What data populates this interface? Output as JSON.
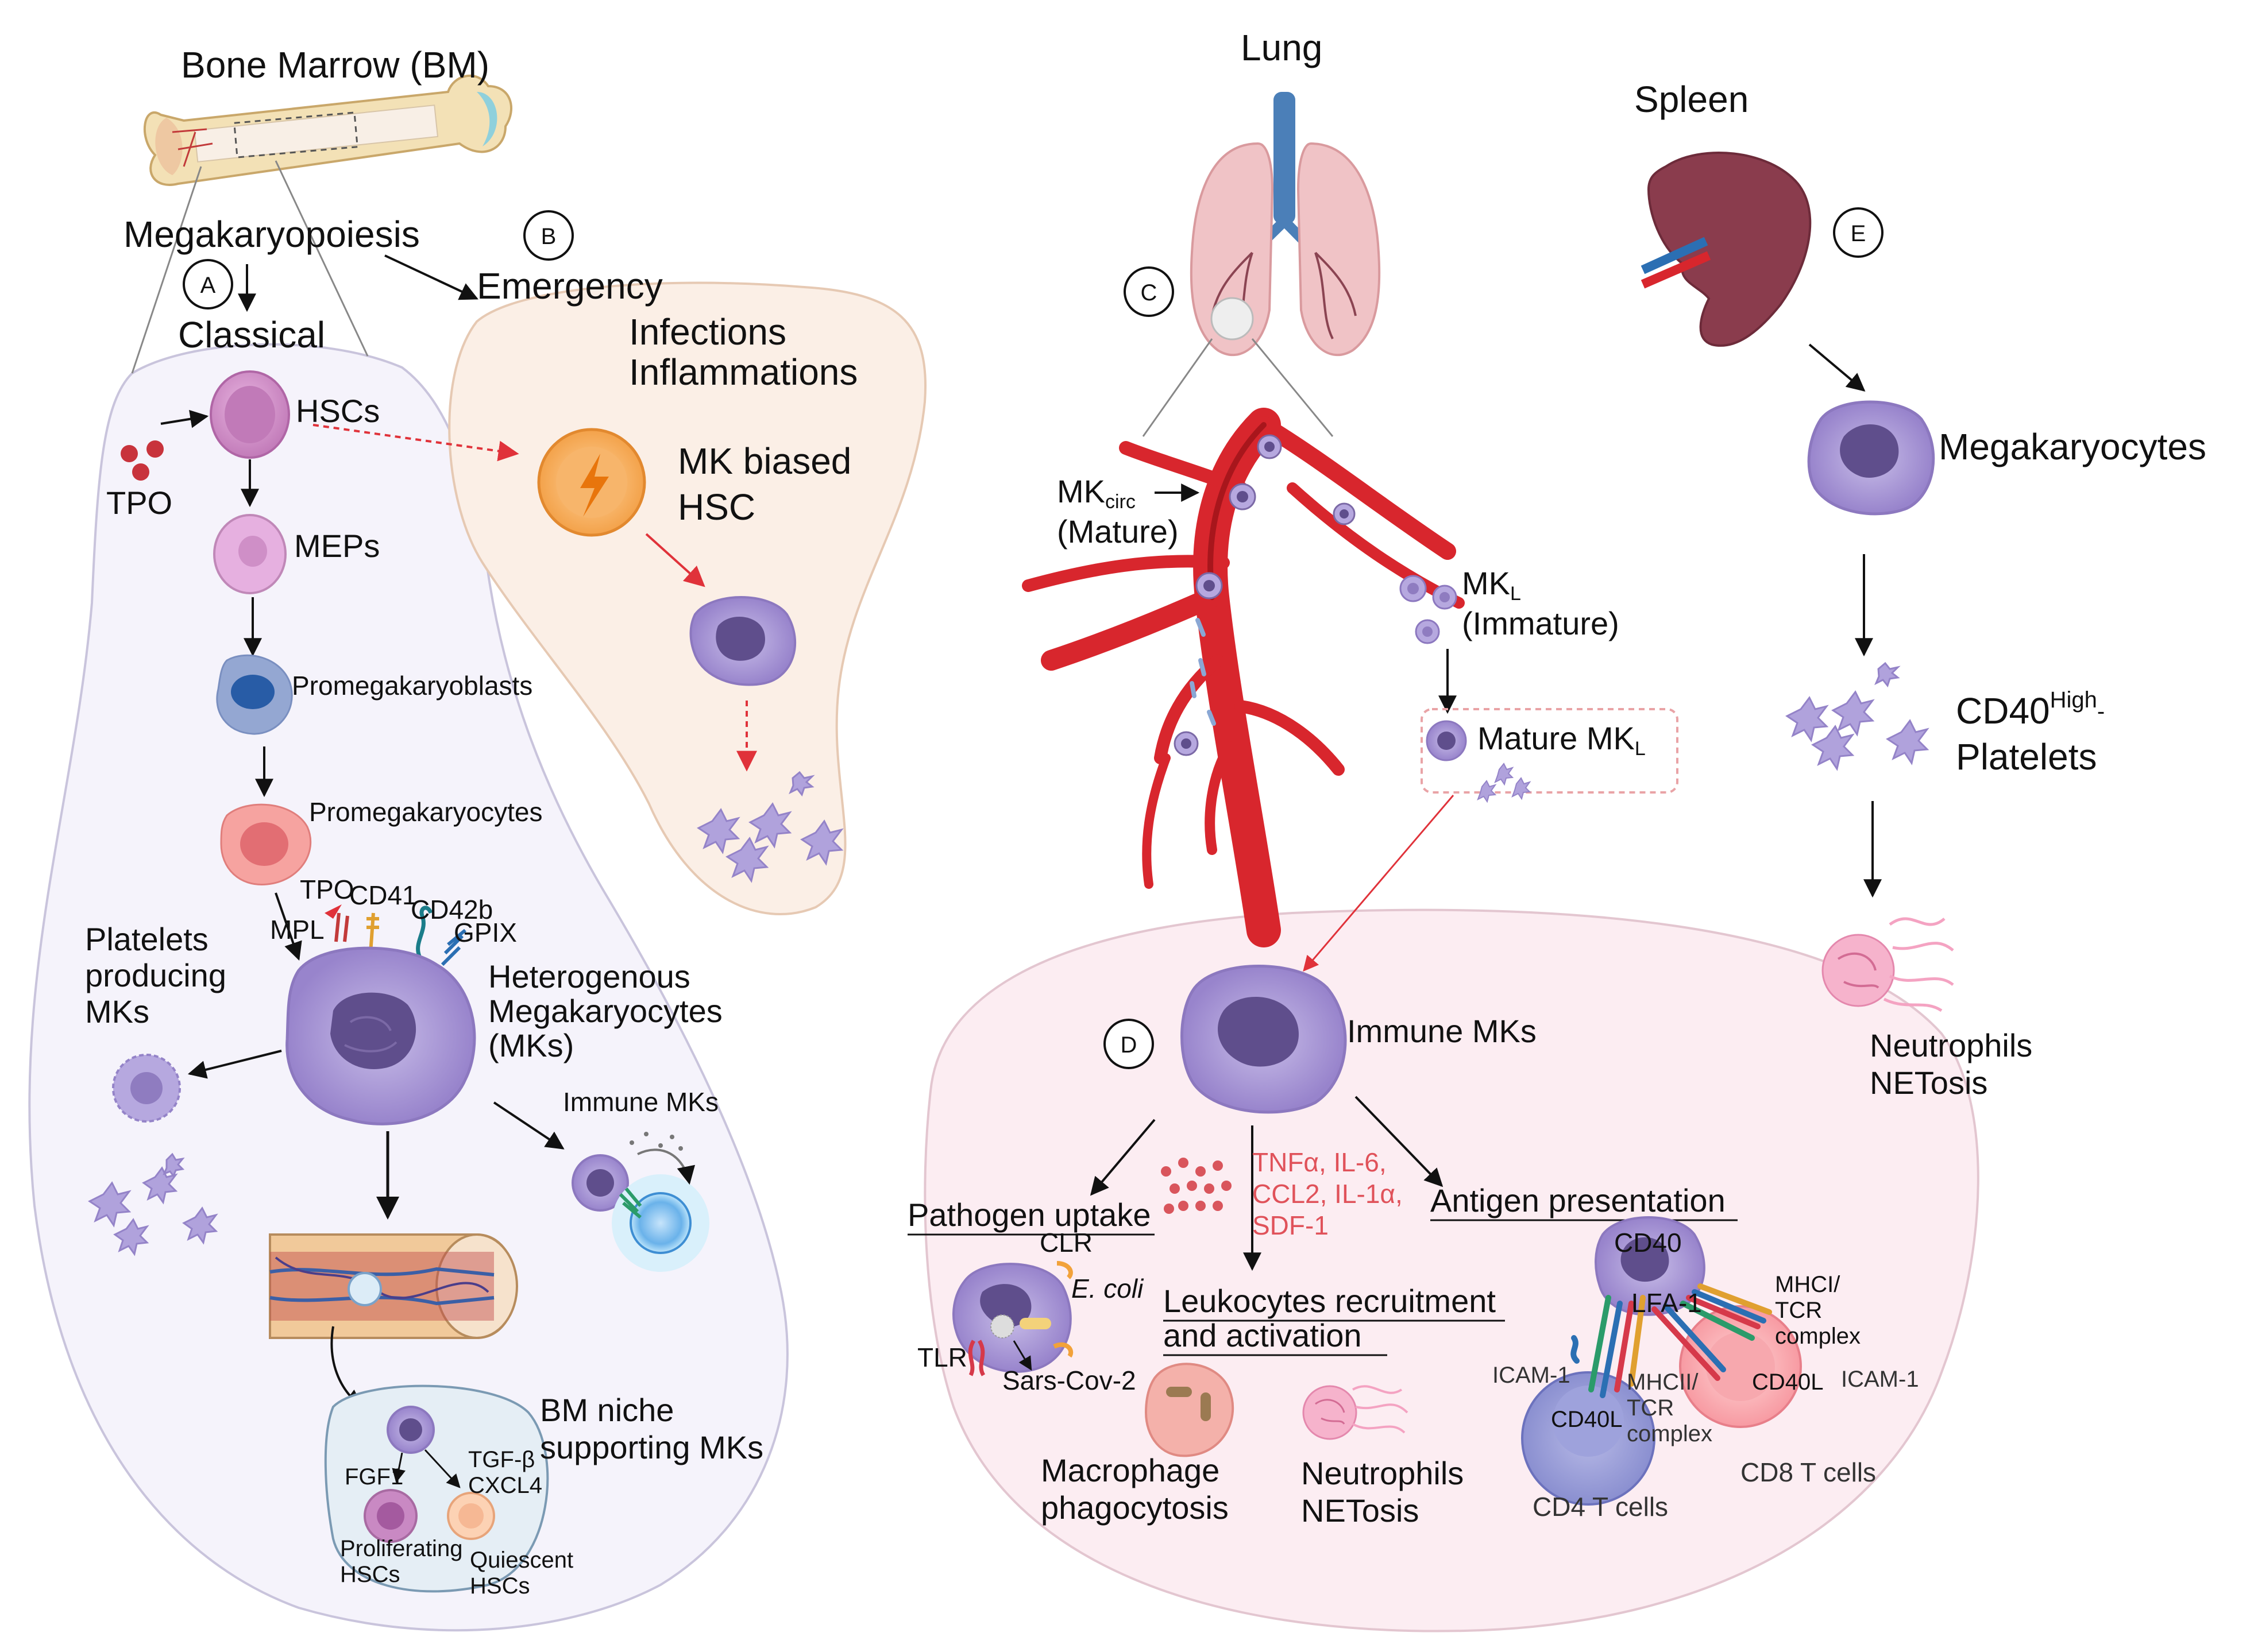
{
  "colors": {
    "vessel": "#d8262d",
    "vessel_dark": "#a8161c",
    "mk": "#a895d6",
    "mk_nucleus": "#5f4e8c",
    "hsc": "#cf8cc7",
    "spleen": "#8c3b4e",
    "panel_bg": "#f4f2fb",
    "emergency_bg": "#fbeee4",
    "immune_bg": "#fcedf2",
    "cytokine_text": "#e0525a",
    "lung": "#e8a8ad",
    "trachea": "#4b7fb8"
  },
  "icons": [
    "bone-icon",
    "lung-icon",
    "spleen-icon",
    "blood-vessel-icon",
    "megakaryocyte-icon",
    "platelet-icon",
    "hsc-icon",
    "bone-marrow-niche-icon",
    "neutrophil-icon",
    "macrophage-icon",
    "t-cell-icon"
  ],
  "labels": {
    "bm_title": "Bone Marrow (BM)",
    "megakaryopoiesis": "Megakaryopoiesis",
    "classical": "Classical",
    "emergency": "Emergency",
    "infections": "Infections",
    "inflammations": "Inflammations",
    "mk_biased_1": "MK biased",
    "mk_biased_2": "HSC",
    "hscs": "HSCs",
    "tpo": "TPO",
    "meps": "MEPs",
    "promegakaryoblasts": "Promegakaryoblasts",
    "promegakaryocytes": "Promegakaryocytes",
    "receptor_tpo": "TPO",
    "cd41": "CD41",
    "cd42b": "CD42b",
    "mpl": "MPL",
    "gpix": "GPIX",
    "platelets_producing_1": "Platelets",
    "platelets_producing_2": "producing",
    "platelets_producing_3": "MKs",
    "hetero_1": "Heterogenous",
    "hetero_2": "Megakaryocytes",
    "hetero_3": "(MKs)",
    "immune_mks_bm": "Immune MKs",
    "bm_niche_1": "BM niche",
    "bm_niche_2": "supporting MKs",
    "fgf1": "FGF1",
    "tgfb": "TGF-β",
    "cxcl4": "CXCL4",
    "proliferating_1": "Proliferating",
    "proliferating_2": "HSCs",
    "quiescent_1": "Quiescent",
    "quiescent_2": "HSCs",
    "lung": "Lung",
    "mk_circ_main": "MK",
    "mk_circ_sub": "circ",
    "mature_paren": "(Mature)",
    "mk_l_main": "MK",
    "mk_l_sub": "L",
    "immature_paren": "(Immature)",
    "mature_mk_l_main": "Mature MK",
    "mature_mk_l_sub": "L",
    "spleen": "Spleen",
    "megakaryocytes": "Megakaryocytes",
    "cd40_main": "CD40",
    "cd40_sup": "High",
    "cd40_dash": "-",
    "platelets": "Platelets",
    "neutrophils_1": "Neutrophils",
    "netosis_1": "NETosis",
    "immune_mks_lung": "Immune MKs",
    "pathogen_uptake": "Pathogen uptake",
    "clr": "CLR",
    "e_coli": "E. coli",
    "tlr": "TLR",
    "sars_cov_2": "Sars-Cov-2",
    "cytokines_1": "TNFα, IL-6,",
    "cytokines_2": "CCL2, IL-1α,",
    "cytokines_3": "SDF-1",
    "leukocytes_1": "Leukocytes recruitment",
    "leukocytes_2": "and activation",
    "antigen_presentation": "Antigen presentation",
    "cd40_cell": "CD40",
    "lfa1": "LFA-1",
    "mhci_1": "MHCI/",
    "mhci_2": "TCR",
    "mhci_3": "complex",
    "icam1_left": "ICAM-1",
    "icam1_right": "ICAM-1",
    "mhcii_1": "MHCII/",
    "mhcii_2": "TCR",
    "mhcii_3": "complex",
    "cd40l_left": "CD40L",
    "cd40l_right": "CD40L",
    "cd4": "CD4 T cells",
    "cd8": "CD8 T cells",
    "macrophage_1": "Macrophage",
    "macrophage_2": "phagocytosis",
    "neutrophils_2": "Neutrophils",
    "netosis_2": "NETosis"
  },
  "panel_letters": {
    "a": "A",
    "b": "B",
    "c": "C",
    "d": "D",
    "e": "E"
  }
}
